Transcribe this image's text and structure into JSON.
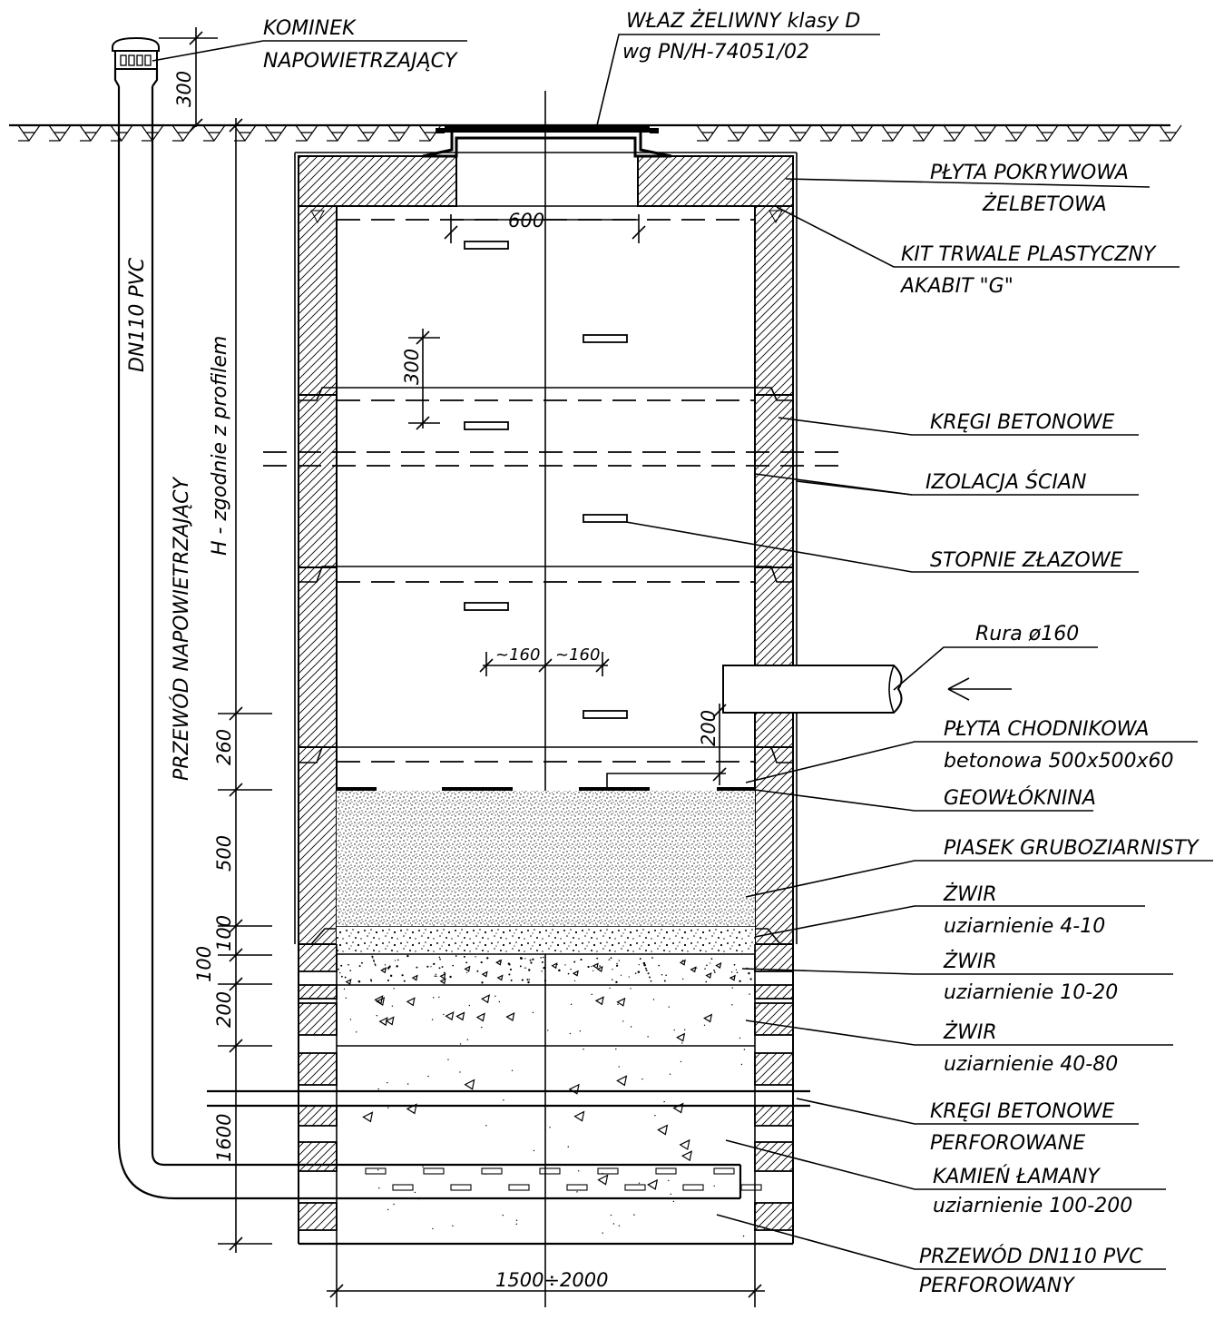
{
  "labels": {
    "kominek_1": "KOMINEK",
    "kominek_2": "NAPOWIETRZAJĄCY",
    "wlaz_1": "WŁAZ ŻELIWNY klasy D",
    "wlaz_2": "wg PN/H-74051/02",
    "plyta_1": "PŁYTA POKRYWOWA",
    "plyta_2": "ŻELBETOWA",
    "kit_1": "KIT TRWALE PLASTYCZNY",
    "kit_2": "AKABIT \"G\"",
    "kregi": "KRĘGI BETONOWE",
    "izolacja": "IZOLACJA ŚCIAN",
    "stopnie": "STOPNIE ZŁAZOWE",
    "rura": "Rura ø160",
    "chodnik_1": "PŁYTA CHODNIKOWA",
    "chodnik_2": "betonowa 500x500x60",
    "geo": "GEOWŁÓKNINA",
    "piasek": "PIASEK GRUBOZIARNISTY",
    "zwir1_1": "ŻWIR",
    "zwir1_2": "uziarnienie 4-10",
    "zwir2_1": "ŻWIR",
    "zwir2_2": "uziarnienie 10-20",
    "zwir3_1": "ŻWIR",
    "zwir3_2": "uziarnienie 40-80",
    "kregi_perf_1": "KRĘGI BETONOWE",
    "kregi_perf_2": "PERFOROWANE",
    "kamien_1": "KAMIEŃ ŁAMANY",
    "kamien_2": "uziarnienie 100-200",
    "przewod_1": "PRZEWÓD DN110 PVC",
    "przewod_2": "PERFOROWANY",
    "pvc_vertical": "DN110 PVC",
    "przewod_napow": "PRZEWÓD NAPOWIETRZAJĄCY",
    "h_profile": "H - zgodnie z profilem"
  },
  "dimensions": {
    "d300_top": "300",
    "d600": "600",
    "d300_step": "300",
    "d160_left": "~160",
    "d160_right": "~160",
    "d200_pipe": "200",
    "d260": "260",
    "d500": "500",
    "d100_a": "100",
    "d100_b": "100",
    "d200": "200",
    "d1600": "1600",
    "d_diameter": "1500÷2000"
  }
}
